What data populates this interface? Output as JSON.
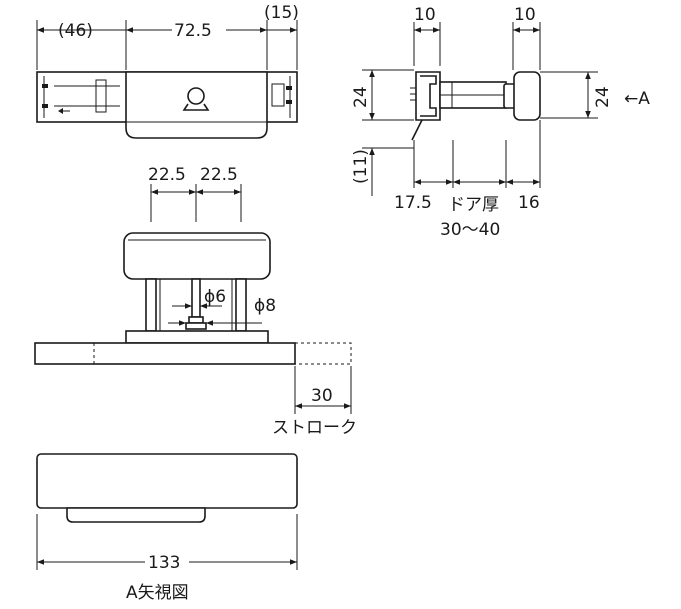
{
  "colors": {
    "line": "#1a1a1a",
    "background": "#ffffff"
  },
  "top_view": {
    "dim_left": "(46)",
    "dim_center": "72.5",
    "dim_right": "(15)"
  },
  "side_view": {
    "dim_top_left": "10",
    "dim_top_right": "10",
    "dim_height_left": "24",
    "dim_height_right": "24",
    "dim_lower_left": "(11)",
    "arrow_label": "←A",
    "dim_bottom_left": "17.5",
    "dim_bottom_center": "ドア厚",
    "dim_bottom_right": "16",
    "door_thickness": "30〜40"
  },
  "front_view": {
    "dim_spacing_left": "22.5",
    "dim_spacing_right": "22.5",
    "pin_diameter": "ϕ6",
    "shaft_diameter": "ϕ8",
    "stroke_value": "30",
    "stroke_label": "ストローク"
  },
  "a_view": {
    "width": "133",
    "title": "A矢視図"
  }
}
